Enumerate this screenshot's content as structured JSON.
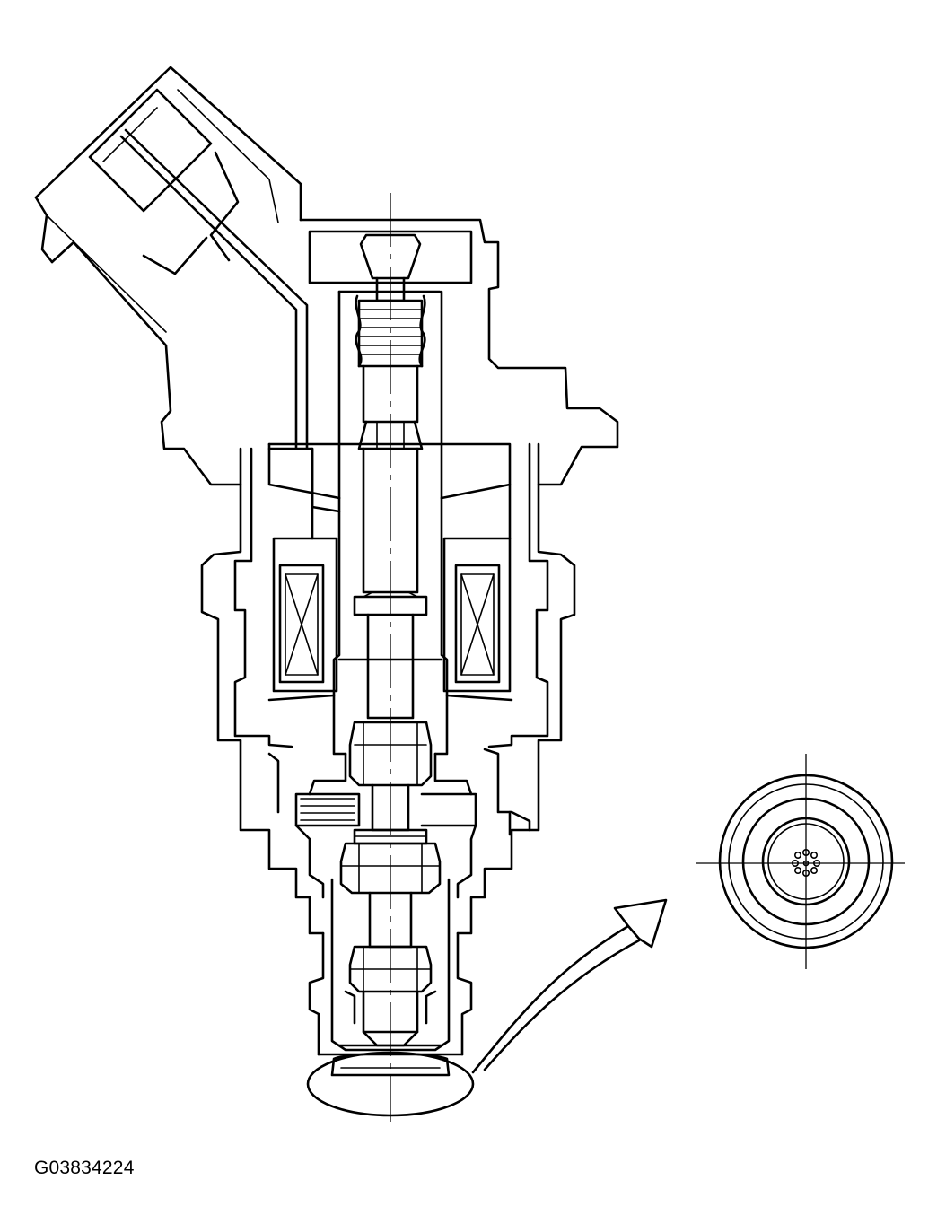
{
  "figure": {
    "id_label": "G03834224"
  },
  "parts": [
    "connector-housing",
    "inlet-cap",
    "body",
    "solenoid-coil-left",
    "solenoid-coil-right",
    "plunger-spring",
    "needle-valve",
    "nozzle-tip",
    "nozzle-detail-view",
    "callout-arrow"
  ],
  "colors": {
    "line": "#000000",
    "background": "#ffffff"
  }
}
